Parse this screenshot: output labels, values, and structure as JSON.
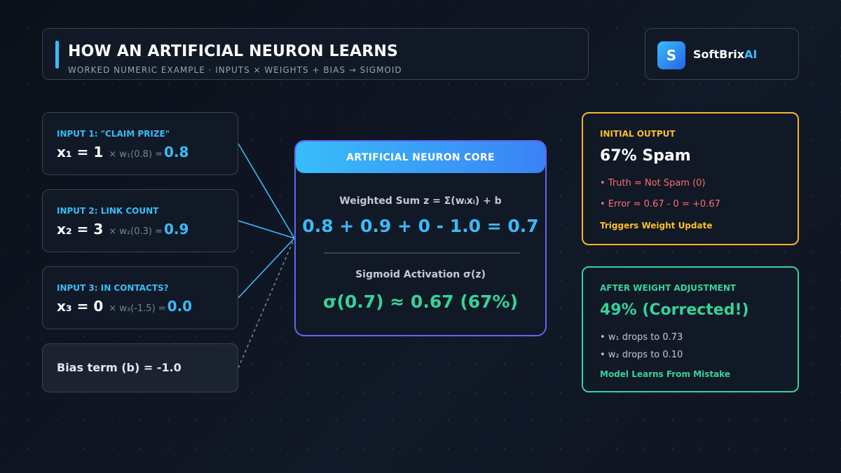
{
  "header": {
    "title": "HOW AN ARTIFICIAL NEURON LEARNS",
    "subtitle": "WORKED NUMERIC EXAMPLE · INPUTS × WEIGHTS + BIAS → SIGMOID"
  },
  "brand": {
    "logo_letter": "S",
    "name_main": "SoftBrix",
    "name_highlight": "AI"
  },
  "inputs": [
    {
      "label": "INPUT 1: \"CLAIM PRIZE\"",
      "variable": "x₁ = 1",
      "weight": "× w₁(0.8) =",
      "result": "0.8"
    },
    {
      "label": "INPUT 2: LINK COUNT",
      "variable": "x₂ = 3",
      "weight": "× w₂(0.3) =",
      "result": "0.9"
    },
    {
      "label": "INPUT 3: IN CONTACTS?",
      "variable": "x₃ = 0",
      "weight": "× w₃(-1.5) =",
      "result": "0.0"
    }
  ],
  "bias": {
    "text": "Bias term (b) = -1.0"
  },
  "core": {
    "title": "ARTIFICIAL NEURON CORE",
    "weighted_sum_label": "Weighted Sum z = Σ(wᵢxᵢ) + b",
    "weighted_sum_value": "0.8 + 0.9 + 0 - 1.0 = 0.7",
    "sigmoid_label": "Sigmoid Activation σ(z)",
    "sigmoid_value": "σ(0.7) ≈ 0.67 (67%)"
  },
  "initial_output": {
    "label": "INITIAL OUTPUT",
    "value": "67% Spam",
    "line1": "• Truth = Not Spam (0)",
    "line2": "• Error = 0.67 - 0 = +0.67",
    "footer": "Triggers Weight Update"
  },
  "after_adjustment": {
    "label": "AFTER WEIGHT ADJUSTMENT",
    "value": "49% (Corrected!)",
    "line1": "• w₁ drops to 0.73",
    "line2": "• w₂ drops to 0.10",
    "footer": "Model Learns From Mistake"
  },
  "colors": {
    "accent_blue": "#38bdf8",
    "accent_green": "#34d399",
    "accent_amber": "#fbbf24",
    "error_red": "#f87171",
    "core_border": "#6366f1"
  }
}
